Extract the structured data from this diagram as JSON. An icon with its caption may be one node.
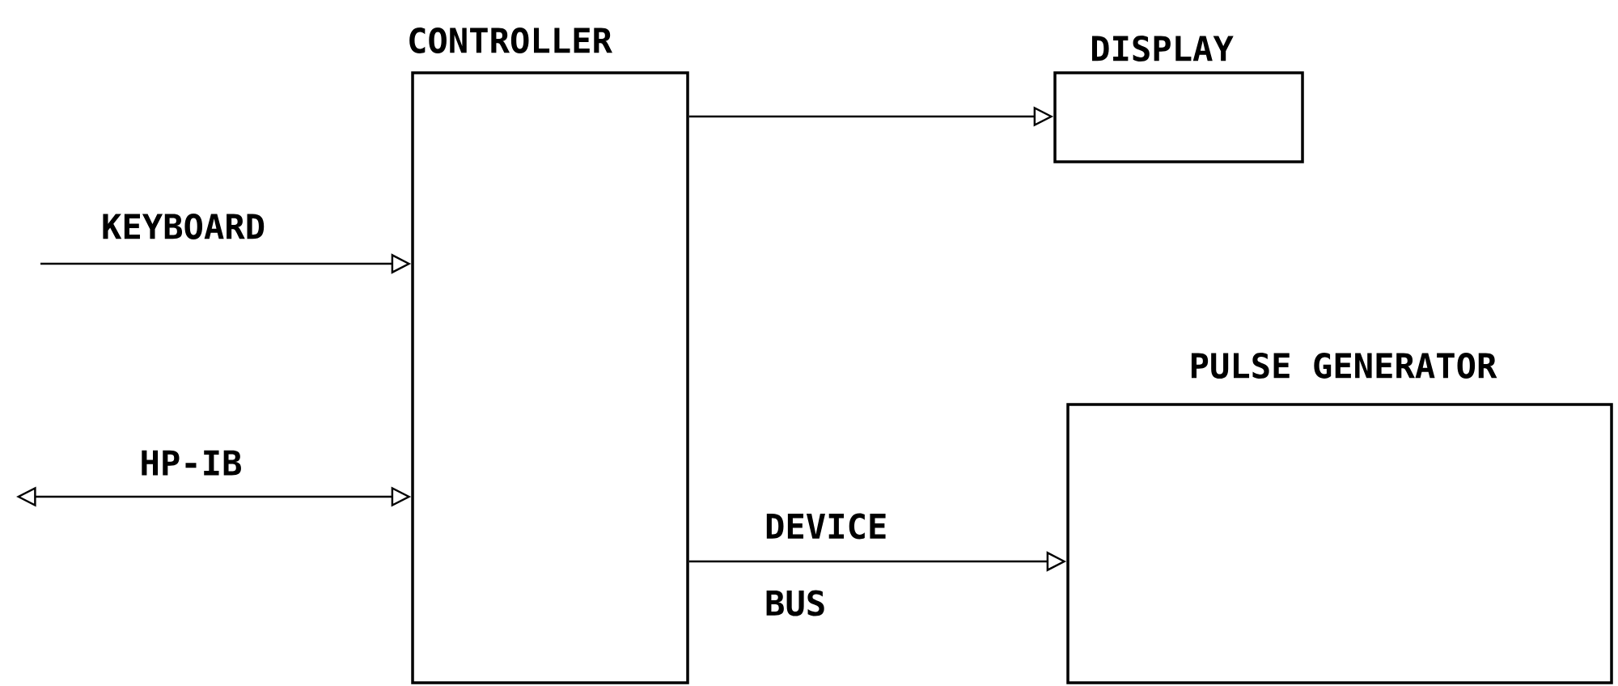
{
  "diagram": {
    "nodes": [
      {
        "text": [
          "CONTROLLER"
        ]
      },
      {
        "text": [
          "DISPLAY"
        ]
      },
      {
        "text": [
          "PULSE GENERATOR"
        ]
      }
    ],
    "edges": [
      {
        "from": null,
        "to": 0,
        "arrow": "to",
        "label": "KEYBOARD"
      },
      {
        "from": null,
        "to": 0,
        "arrow": "both",
        "label": "HP-IB"
      },
      {
        "from": 0,
        "to": 1,
        "arrow": "to"
      },
      {
        "from": 0,
        "to": 2,
        "arrow": "to",
        "label": "DEVICE BUS"
      }
    ]
  }
}
